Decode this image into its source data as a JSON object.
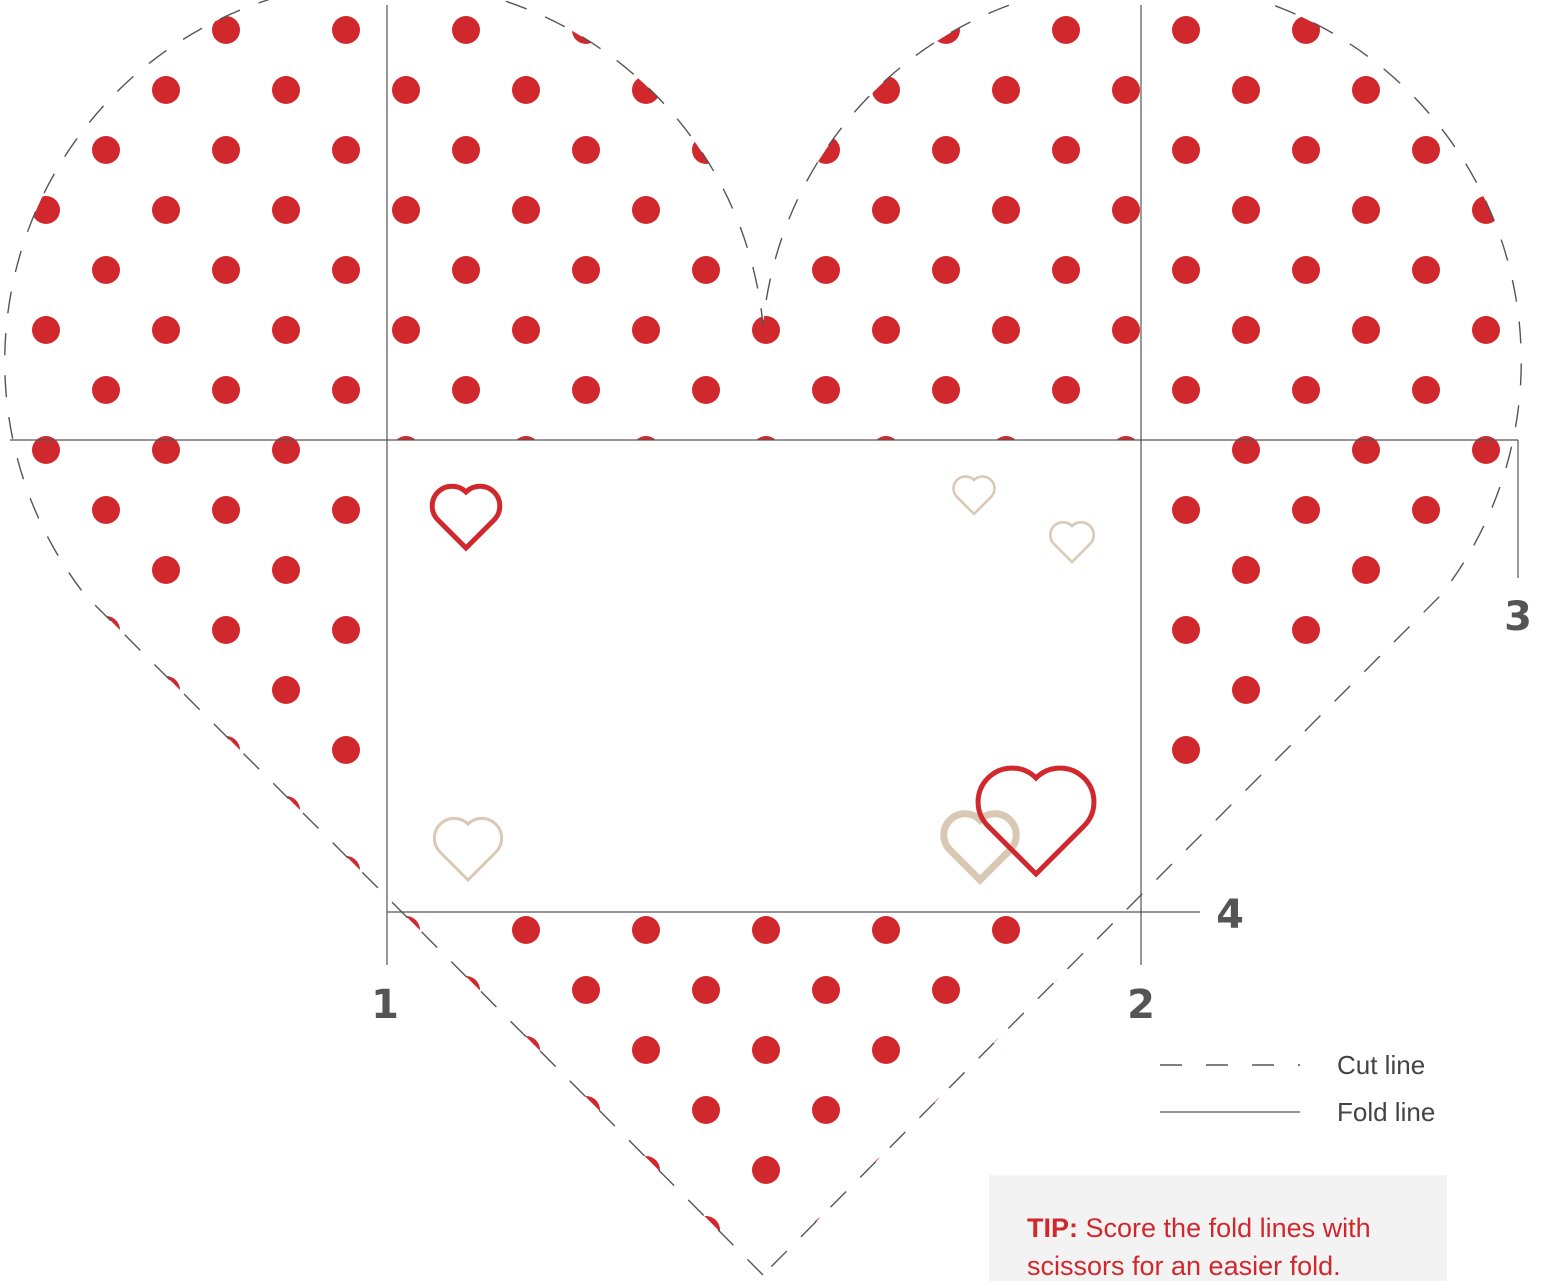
{
  "fold_numbers": [
    "1",
    "2",
    "3",
    "4"
  ],
  "legend": {
    "cut_label": "Cut line",
    "fold_label": "Fold line"
  },
  "tip": {
    "label": "TIP:",
    "text": "Score the fold lines with scissors for an easier fold."
  },
  "colors": {
    "dot_red": "#d1282e",
    "tip_text": "#d1282e",
    "tip_background": "#f3f3f3",
    "line": "#555555",
    "heart_outline_red": "#d1282e",
    "heart_outline_tan": "#d8c8b4",
    "number_gray": "#555555"
  },
  "decorations": {
    "heart_outlines": [
      "red",
      "tan",
      "tan",
      "tan",
      "tan",
      "red"
    ]
  }
}
